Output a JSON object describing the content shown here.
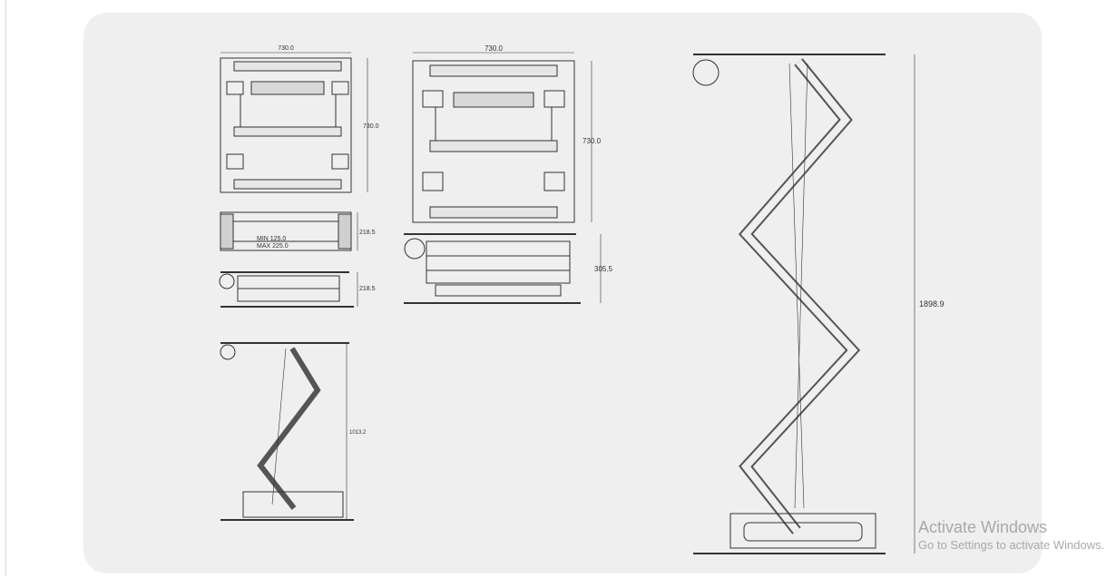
{
  "drawing": {
    "top_view_small": {
      "width": "730.0",
      "height": "730.0"
    },
    "top_view_large": {
      "width": "730.0",
      "height": "730.0"
    },
    "front_section": {
      "height": "218.5",
      "min_label": "MIN 125.0",
      "max_label": "MAX 225.0"
    },
    "side_closed_small": {
      "height": "218.5"
    },
    "side_closed_large": {
      "height": "305.5"
    },
    "extended_small": {
      "height": "1013.2"
    },
    "extended_large": {
      "height": "1898.9"
    }
  },
  "watermark": {
    "title": "Activate Windows",
    "subtitle": "Go to Settings to activate Windows."
  },
  "colors": {
    "panel": "#efefef",
    "line": "#333333",
    "watermark": "#a9a9a9"
  }
}
